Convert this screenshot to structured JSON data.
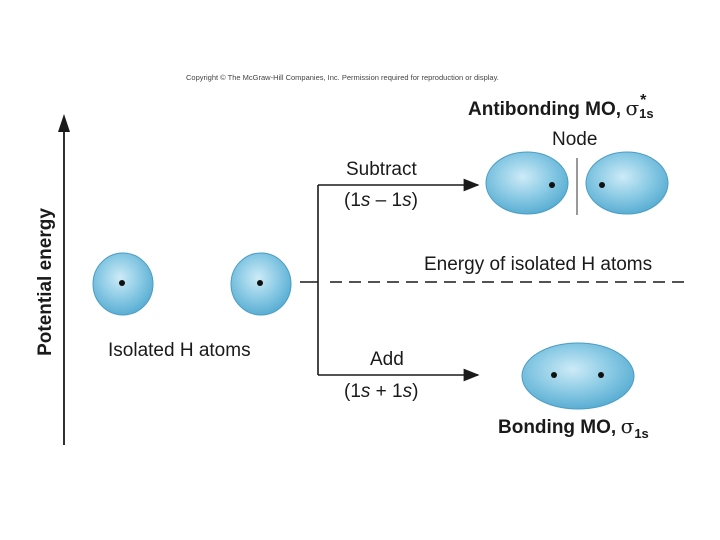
{
  "copyright": "Copyright © The McGraw-Hill Companies, Inc. Permission required for reproduction or display.",
  "y_axis_label": "Potential energy",
  "isolated_label": "Isolated H atoms",
  "energy_line_label": "Energy of isolated H atoms",
  "subtract": {
    "label": "Subtract",
    "expr_pre": "(1",
    "s1": "s",
    "mid": " – 1",
    "s2": "s",
    "expr_post": ")"
  },
  "add": {
    "label": "Add",
    "expr_pre": "(1",
    "s1": "s",
    "mid": " + 1",
    "s2": "s",
    "expr_post": ")"
  },
  "antibonding": {
    "label": "Antibonding MO,",
    "symbol": "σ",
    "star": "*",
    "subscript": "1s"
  },
  "node_label": "Node",
  "bonding": {
    "label": "Bonding MO,",
    "symbol": "σ",
    "subscript": "1s"
  },
  "colors": {
    "orbital_fill": "#7fc3e0",
    "orbital_edge": "#4a9dc4",
    "orbital_highlight": "#c9e9f6",
    "ink": "#1a1a1a"
  }
}
